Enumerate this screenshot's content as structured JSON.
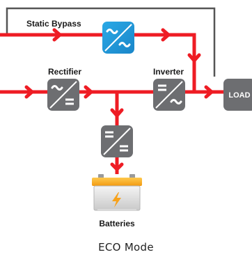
{
  "labels": {
    "static_bypass": "Static Bypass",
    "rectifier": "Rectifier",
    "inverter": "Inverter",
    "load": "LOAD",
    "batteries": "Batteries"
  },
  "caption": "ECO Mode",
  "colors": {
    "power_line": "#ee1c24",
    "outline": "#555555",
    "component_gray": "#6d6e71",
    "bypass_blue": "#1e9ad6",
    "battery_orange": "#f7a21b"
  },
  "icons": {
    "bypass": "ac-to-ac-converter-icon",
    "rectifier": "ac-to-dc-converter-icon",
    "inverter": "dc-to-ac-converter-icon",
    "dc_dc": "dc-to-dc-converter-icon",
    "battery": "battery-icon"
  }
}
